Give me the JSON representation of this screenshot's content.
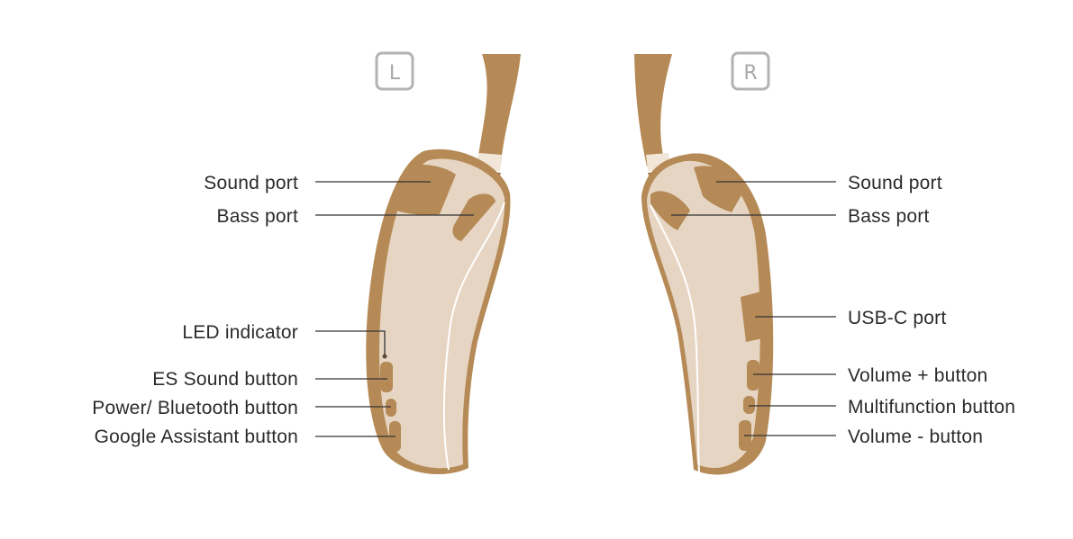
{
  "badges": {
    "left": "L",
    "right": "R"
  },
  "left_labels": {
    "sound_port": "Sound port",
    "bass_port": "Bass port",
    "led_indicator": "LED indicator",
    "es_sound_button": "ES Sound button",
    "power_bluetooth_button": "Power/ Bluetooth button",
    "google_assistant_button": "Google Assistant button"
  },
  "right_labels": {
    "sound_port": "Sound port",
    "bass_port": "Bass port",
    "usb_c_port": "USB-C port",
    "volume_plus_button": "Volume + button",
    "multifunction_button": "Multifunction button",
    "volume_minus_button": "Volume - button"
  },
  "colors": {
    "body": "#e6d5c3",
    "accent": "#b58a56",
    "badge": "#b3b3b3",
    "text": "#2b2b2b"
  }
}
